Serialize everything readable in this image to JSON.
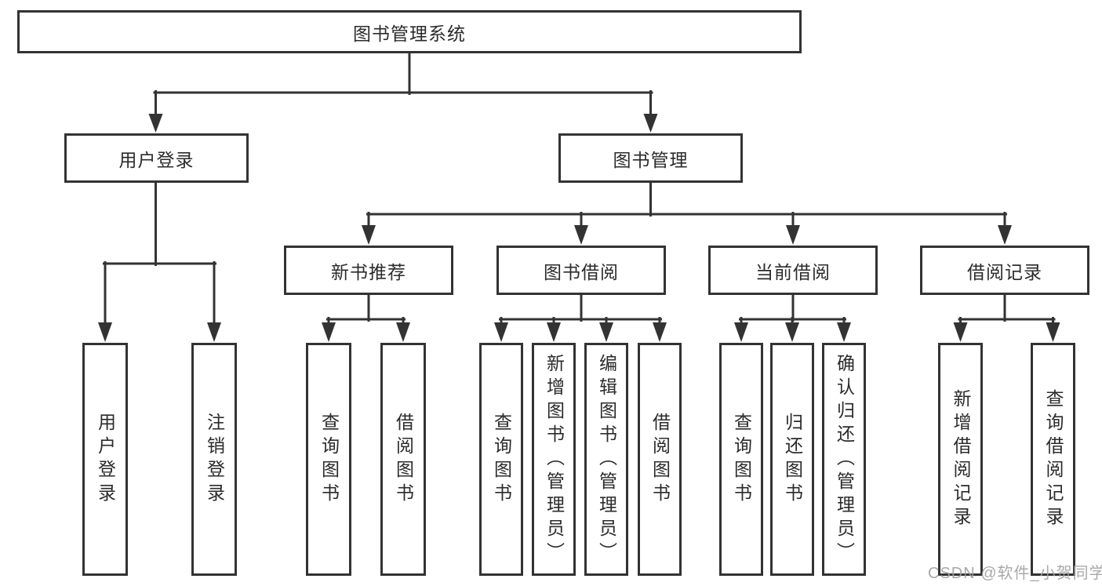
{
  "tree": {
    "label": "图书管理系统",
    "children": [
      {
        "label": "用户登录",
        "children": [
          {
            "label": "用户登录"
          },
          {
            "label": "注销登录"
          }
        ]
      },
      {
        "label": "图书管理",
        "children": [
          {
            "label": "新书推荐",
            "children": [
              {
                "label": "查询图书"
              },
              {
                "label": "借阅图书"
              }
            ]
          },
          {
            "label": "图书借阅",
            "children": [
              {
                "label": "查询图书"
              },
              {
                "label": "新增图书（管理员）"
              },
              {
                "label": "编辑图书（管理员）"
              },
              {
                "label": "借阅图书"
              }
            ]
          },
          {
            "label": "当前借阅",
            "children": [
              {
                "label": "查询图书"
              },
              {
                "label": "归还图书"
              },
              {
                "label": "确认归还（管理员）"
              }
            ]
          },
          {
            "label": "借阅记录",
            "children": [
              {
                "label": "新增借阅记录"
              },
              {
                "label": "查询借阅记录"
              }
            ]
          }
        ]
      }
    ]
  },
  "watermark": "CSDN @软件_小贺同学",
  "colors": {
    "line": "#333333",
    "box_background": "#ffffff",
    "text": "#2b2b2b",
    "watermark": "#9e9e9e"
  }
}
